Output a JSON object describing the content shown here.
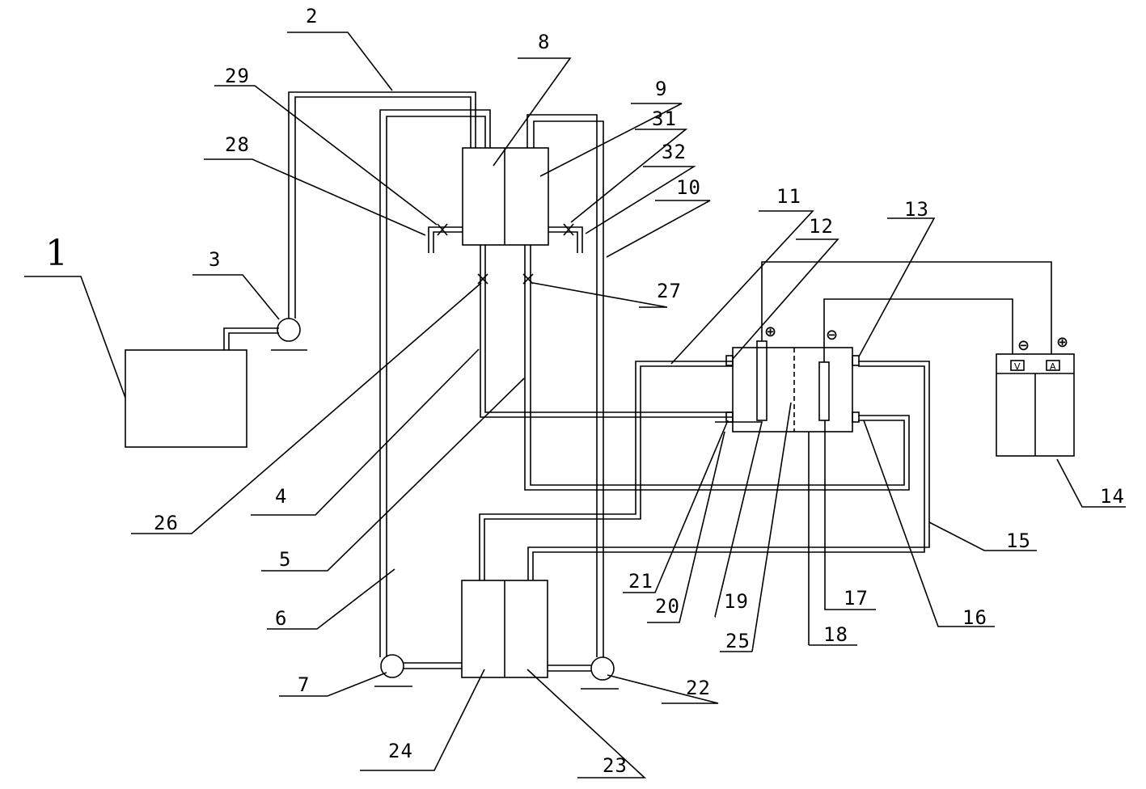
{
  "labels": {
    "l1": "1",
    "l2": "2",
    "l3": "3",
    "l4": "4",
    "l5": "5",
    "l6": "6",
    "l7": "7",
    "l8": "8",
    "l9": "9",
    "l10": "10",
    "l11": "11",
    "l12": "12",
    "l13": "13",
    "l14": "14",
    "l15": "15",
    "l16": "16",
    "l17": "17",
    "l18": "18",
    "l19": "19",
    "l20": "20",
    "l21": "21",
    "l22": "22",
    "l23": "23",
    "l24": "24",
    "l25": "25",
    "l26": "26",
    "l27": "27",
    "l28": "28",
    "l29": "29",
    "l31": "31",
    "l32": "32"
  },
  "symbols": {
    "plus": "⊕",
    "minus": "⊖",
    "voltmeter": "V",
    "ammeter": "A"
  }
}
